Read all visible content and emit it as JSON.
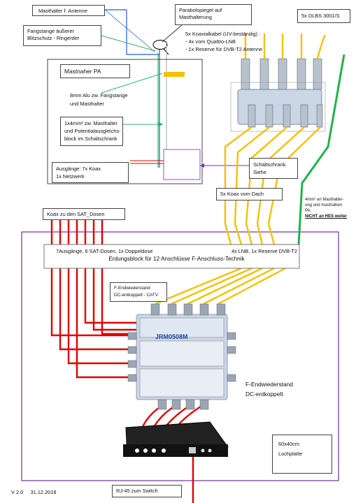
{
  "labels": {
    "masthalter_antenne": "Masthalter f. Antenne",
    "parabolspiegel_l1": "Parabolspiegel auf",
    "parabolspiegel_l2": "Masthalterung",
    "fangstange_l1": "Fangstange äußerer",
    "fangstange_l2": "Blitzschutz - Ringerder",
    "koax_title": "5x Koaxialkabel (UV-beständig) :",
    "koax_line1": "- 4x vom Quattro-LNB",
    "koax_line2": "- 1x Reserve für DVB-T2 Antenne",
    "dlbs": "5x DLBS 3001/S",
    "mastnaher_pa": "Mastnaher PA",
    "alu_l1": "8mm Alu zw. Fangstange",
    "alu_l2": "und Masthalter",
    "kupfer_l1": "1x4mm² zw. Masthalter",
    "kupfer_l2": "und Potentialausgleichs-",
    "kupfer_l3": "block im Schaltschrank",
    "ausgaenge_l1": "Ausgänge: 7x Koax",
    "ausgaenge_l2": "1x Netzwerk",
    "schaltschrank_l1": "Schaltschrank.",
    "schaltschrank_l2": "Siehe",
    "koax_dach": "5x Koax vom Dach",
    "green_note_l1": "4mm² an Masthalter-",
    "green_note_l2": "ung und mastnahen",
    "green_note_l3": "PA,",
    "green_note_l4": "NICHT an HES weiter",
    "koax_sat": "Koax zu den SAT_Dosen",
    "erdung_l1a": "7Ausgänge, 6 SAT-Dosen, 1x Doppeldose",
    "erdung_l1b": "4x LNB, 1x Reserve DVB-T2",
    "erdung_l2": "Erdungsblock für 12 Anschlüsse F-Anschluss-Technik",
    "f_catv_l1": "F-Endwiederstand",
    "f_catv_l2": "DC-entkoppelt - CATV",
    "multiswitch_brand": "JRM0508M",
    "f_dc_l1": "F-Endwiederstand",
    "f_dc_l2": "DC-entkoppelt",
    "lochplatte_l1": "60x40cm",
    "lochplatte_l2": "Lochplatte",
    "version": "V 2.0     31.12.2018",
    "rj45": "RJ-45 zum Switch"
  },
  "colors": {
    "yellow_cable": "#f2c200",
    "red_cable": "#e00000",
    "green_cable": "#22b14c",
    "purple_frame": "#7030a0",
    "blue_line": "#1f5fd0",
    "arrow_green": "#2fb36b",
    "device_blue": "#c9d6e6"
  }
}
